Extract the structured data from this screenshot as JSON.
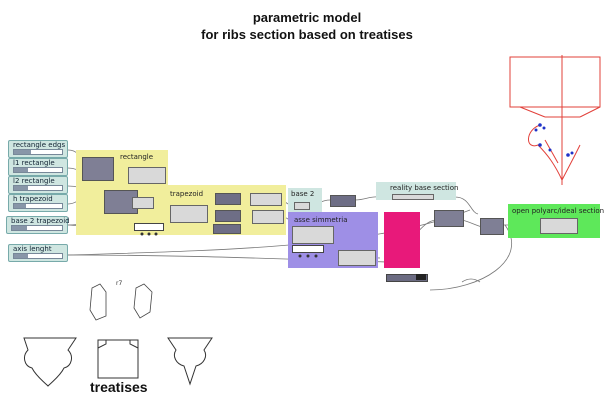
{
  "title": {
    "line1": "parametric model",
    "line2": "for ribs section based on treatises"
  },
  "sliders": [
    {
      "label": "rectangle edgs",
      "level": 0.35
    },
    {
      "label": "l1 rectangle",
      "level": 0.3
    },
    {
      "label": "l2 rectangle",
      "level": 0.3
    },
    {
      "label": "h trapezoid",
      "level": 0.25
    },
    {
      "label": "base 2 trapezoid",
      "level": 0.3
    },
    {
      "label": "axis lenght",
      "level": 0.3
    }
  ],
  "groups": {
    "rectangle": "rectangle",
    "trapezoid": "trapezoid",
    "base2": "base 2",
    "asse": "asse simmetria",
    "reality": "reality base section",
    "open_poly": "open polyarc/ideal section"
  },
  "treatises": {
    "label": "treatises",
    "fig_label_top": "r7"
  },
  "colors": {
    "slider_bg": "#cfe6e1",
    "yellow_group": "#f1ee9c",
    "purple_group": "#9e8fe6",
    "magenta": "#e8197a",
    "green_group": "#5ee85a",
    "red_drawing": "#e2403a"
  }
}
